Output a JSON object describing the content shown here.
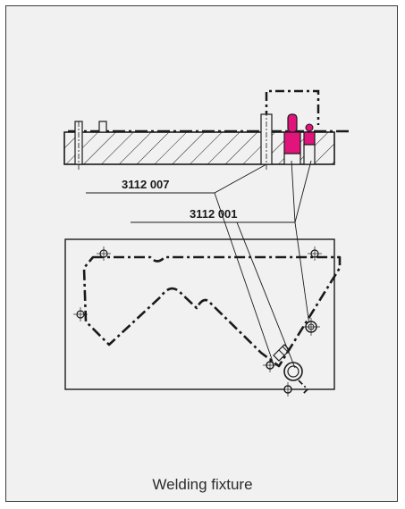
{
  "labels": {
    "part_a": "3112 007",
    "part_b": "3112 001"
  },
  "caption": "Welding fixture",
  "colors": {
    "accent": "#e0147a",
    "line": "#1a1a1a",
    "background": "#f1f1f2"
  }
}
